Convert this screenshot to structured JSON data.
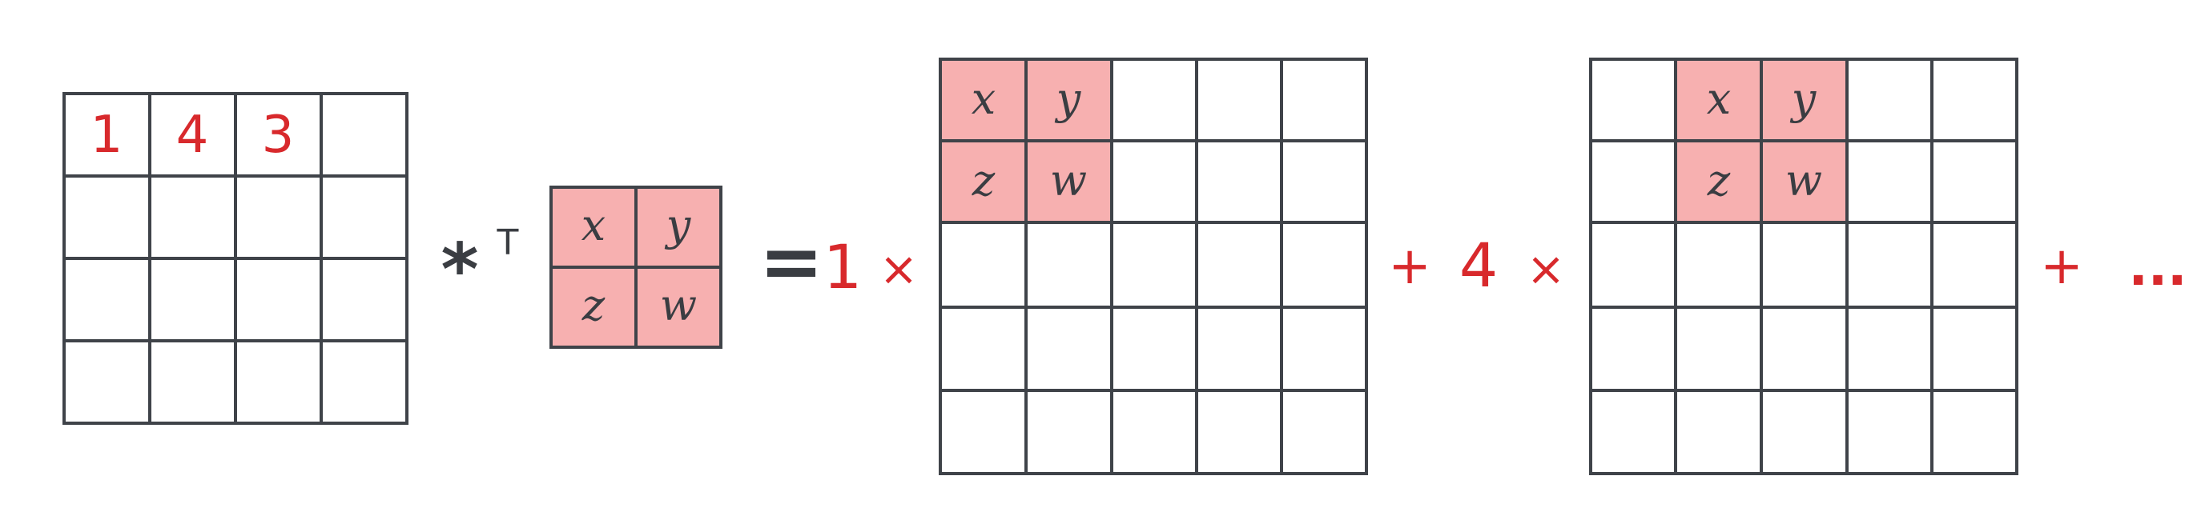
{
  "input_matrix": {
    "rows": 4,
    "cols": 4,
    "values": [
      "1",
      "4",
      "3"
    ]
  },
  "kernel": {
    "cells": [
      "x",
      "y",
      "z",
      "w"
    ]
  },
  "operators": {
    "conv_transpose_star": "*",
    "conv_transpose_T": "T",
    "equals": "=",
    "coef_1": "1",
    "times_1": "×",
    "plus_1": "+",
    "coef_2": "4",
    "times_2": "×",
    "plus_2": "+",
    "ellipsis": "..."
  },
  "output_1": {
    "rows": 5,
    "cols": 5,
    "kernel_cells": [
      "x",
      "y",
      "z",
      "w"
    ]
  },
  "output_2": {
    "rows": 5,
    "cols": 5,
    "kernel_cells": [
      "x",
      "y",
      "z",
      "w"
    ]
  },
  "colors": {
    "line": "#3f4349",
    "highlight": "#f7b0b0",
    "accent_red": "#d8292c",
    "text_dark": "#3a3d42"
  }
}
